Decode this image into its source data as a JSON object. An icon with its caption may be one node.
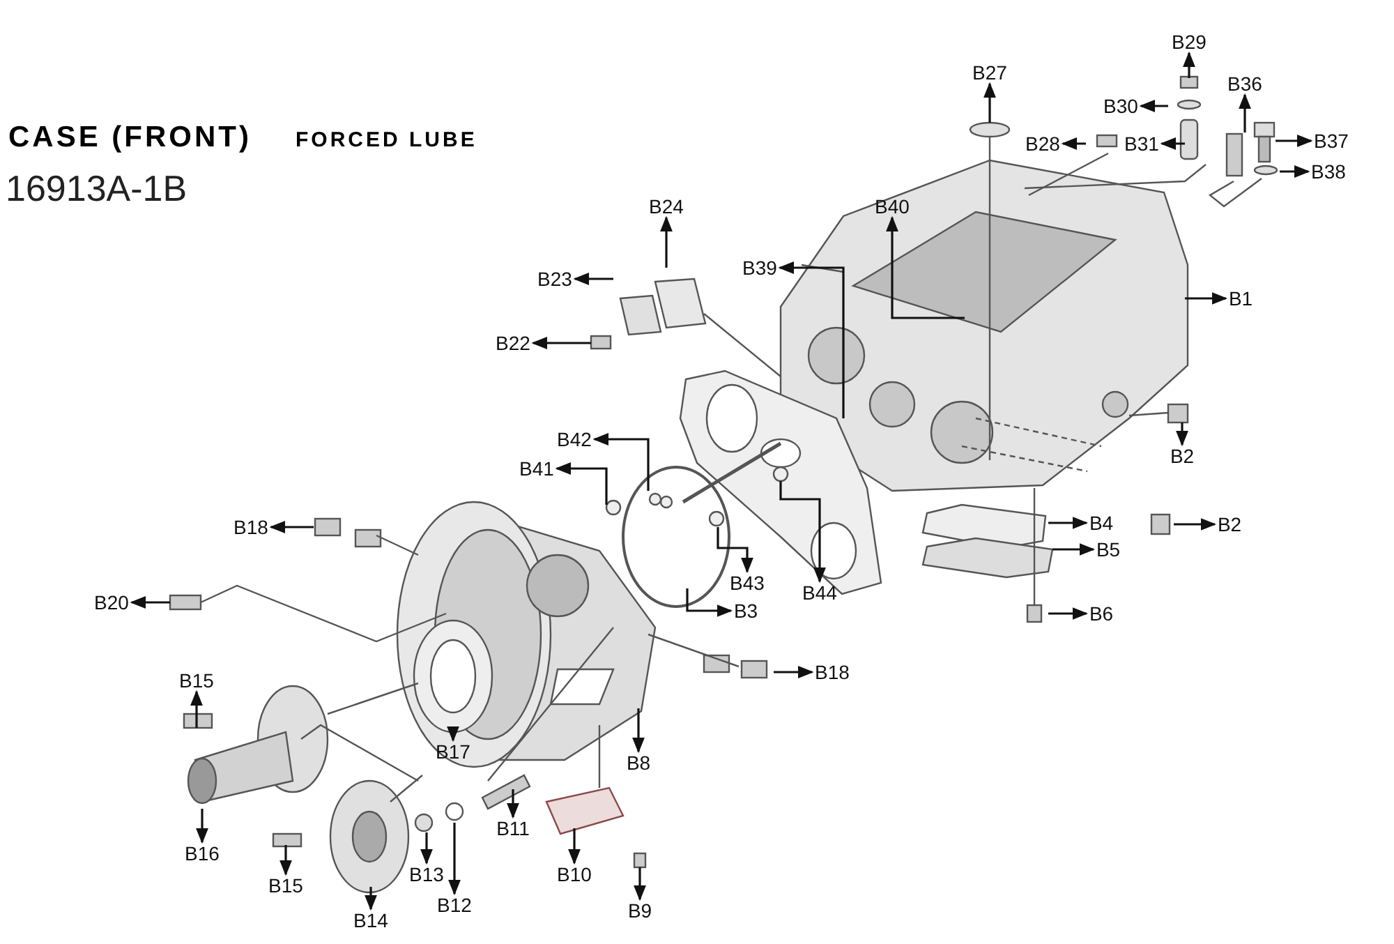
{
  "diagram": {
    "title": "CASE (FRONT)",
    "nodes": [
      {
        "text": [
          "B29"
        ]
      },
      {
        "text": [
          "B27"
        ]
      },
      {
        "text": [
          "B36"
        ]
      },
      {
        "text": [
          "B30"
        ]
      },
      {
        "text": [
          "B37"
        ]
      },
      {
        "text": [
          "B28"
        ]
      },
      {
        "text": [
          "B31"
        ]
      },
      {
        "text": [
          "B38"
        ]
      },
      {
        "text": [
          "B24"
        ]
      },
      {
        "text": [
          "B40"
        ]
      },
      {
        "text": [
          "B39"
        ]
      },
      {
        "text": [
          "B23"
        ]
      },
      {
        "text": [
          "B1"
        ]
      },
      {
        "text": [
          "B22"
        ]
      },
      {
        "text": [
          "B42"
        ]
      },
      {
        "text": [
          "B2"
        ]
      },
      {
        "text": [
          "B41"
        ]
      },
      {
        "text": [
          "B4"
        ]
      },
      {
        "text": [
          "B18"
        ]
      },
      {
        "text": [
          "B2"
        ]
      },
      {
        "text": [
          "B5"
        ]
      },
      {
        "text": [
          "B43"
        ]
      },
      {
        "text": [
          "B44"
        ]
      },
      {
        "text": [
          "B20"
        ]
      },
      {
        "text": [
          "B3"
        ]
      },
      {
        "text": [
          "B6"
        ]
      },
      {
        "text": [
          "B18"
        ]
      },
      {
        "text": [
          "B15"
        ]
      },
      {
        "text": [
          "B17"
        ]
      },
      {
        "text": [
          "B8"
        ]
      },
      {
        "text": [
          "B11"
        ]
      },
      {
        "text": [
          "B16"
        ]
      },
      {
        "text": [
          "B13"
        ]
      },
      {
        "text": [
          "B10"
        ]
      },
      {
        "text": [
          "B15"
        ]
      },
      {
        "text": [
          "B12"
        ]
      },
      {
        "text": [
          "B9"
        ]
      },
      {
        "text": [
          "B14"
        ]
      }
    ],
    "edges": [
      {
        "from": null,
        "to": 0,
        "arrow": "to"
      },
      {
        "from": null,
        "to": 1,
        "arrow": "to"
      },
      {
        "from": null,
        "to": 2,
        "arrow": "to"
      },
      {
        "from": null,
        "to": 3,
        "arrow": "to"
      },
      {
        "from": null,
        "to": 4,
        "arrow": "to"
      },
      {
        "from": null,
        "to": 5,
        "arrow": "to"
      },
      {
        "from": null,
        "to": 6,
        "arrow": "to"
      },
      {
        "from": null,
        "to": 7,
        "arrow": "to"
      },
      {
        "from": null,
        "to": 8,
        "arrow": "to"
      },
      {
        "from": null,
        "to": 9,
        "arrow": "to"
      },
      {
        "from": null,
        "to": 10,
        "arrow": "to"
      },
      {
        "from": null,
        "to": 11,
        "arrow": "to"
      },
      {
        "from": null,
        "to": 12,
        "arrow": "to"
      },
      {
        "from": null,
        "to": 13,
        "arrow": "to"
      },
      {
        "from": null,
        "to": 14,
        "arrow": "to"
      },
      {
        "from": null,
        "to": 15,
        "arrow": "to"
      },
      {
        "from": null,
        "to": 16,
        "arrow": "to"
      },
      {
        "from": null,
        "to": 17,
        "arrow": "to"
      },
      {
        "from": null,
        "to": 18,
        "arrow": "to"
      },
      {
        "from": null,
        "to": 19,
        "arrow": "to"
      },
      {
        "from": null,
        "to": 20,
        "arrow": "to"
      },
      {
        "from": null,
        "to": 21,
        "arrow": "to"
      },
      {
        "from": null,
        "to": 22,
        "arrow": "to"
      },
      {
        "from": null,
        "to": 23,
        "arrow": "to"
      },
      {
        "from": null,
        "to": 24,
        "arrow": "to"
      },
      {
        "from": null,
        "to": 25,
        "arrow": "to"
      },
      {
        "from": null,
        "to": 26,
        "arrow": "to"
      },
      {
        "from": null,
        "to": 27,
        "arrow": "to"
      },
      {
        "from": null,
        "to": 28,
        "arrow": "to"
      },
      {
        "from": null,
        "to": 29,
        "arrow": "to"
      },
      {
        "from": null,
        "to": 30,
        "arrow": "to"
      },
      {
        "from": null,
        "to": 31,
        "arrow": "to"
      },
      {
        "from": null,
        "to": 32,
        "arrow": "to"
      },
      {
        "from": null,
        "to": 33,
        "arrow": "to"
      },
      {
        "from": null,
        "to": 34,
        "arrow": "to"
      },
      {
        "from": null,
        "to": 35,
        "arrow": "to"
      },
      {
        "from": null,
        "to": 36,
        "arrow": "to"
      },
      {
        "from": null,
        "to": 37,
        "arrow": "to"
      }
    ],
    "labels": [
      "FORCED LUBE",
      "16913A-1B"
    ]
  }
}
